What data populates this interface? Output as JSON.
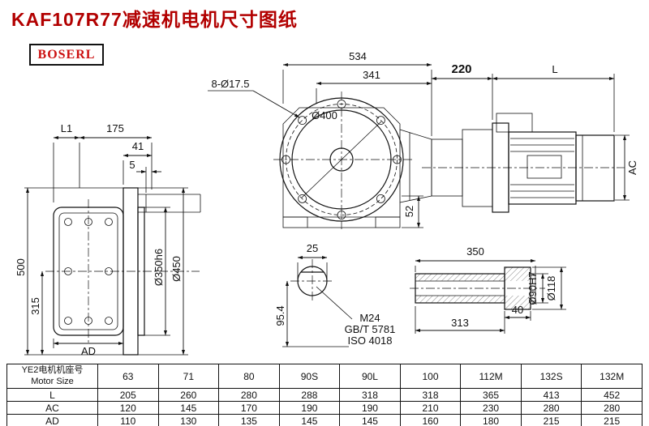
{
  "page": {
    "title": "KAF107R77减速机电机尺寸图纸",
    "logo": "BOSERL"
  },
  "colors": {
    "title_red": "#b20000",
    "logo_red": "#cc1111",
    "line": "#111111"
  },
  "dims": {
    "d534": "534",
    "d341": "341",
    "holes8": "8-Ø17.5",
    "d400": "Ø400",
    "d220": "220",
    "L": "L",
    "AC": "AC",
    "d52": "52",
    "L1": "L1",
    "d175": "175",
    "d41": "41",
    "d5": "5",
    "d500": "500",
    "d315": "315",
    "d350h6": "Ø350h6",
    "d450": "Ø450",
    "AD": "AD",
    "d25": "25",
    "d95_4": "95.4",
    "m24": "M24",
    "gbt": "GB/T 5781",
    "iso": "ISO 4018",
    "d350": "350",
    "d40": "40",
    "d313": "313",
    "d90h7": "Ø90H7",
    "d118": "Ø118"
  },
  "table": {
    "header_cn": "YE2电机机座号",
    "header_en": "Motor Size",
    "columns": [
      "63",
      "71",
      "80",
      "90S",
      "90L",
      "100",
      "112M",
      "132S",
      "132M"
    ],
    "rows": [
      {
        "label": "L",
        "values": [
          "205",
          "260",
          "280",
          "288",
          "318",
          "318",
          "365",
          "413",
          "452"
        ]
      },
      {
        "label": "AC",
        "values": [
          "120",
          "145",
          "170",
          "190",
          "190",
          "210",
          "230",
          "280",
          "280"
        ]
      },
      {
        "label": "AD",
        "values": [
          "110",
          "130",
          "135",
          "145",
          "145",
          "160",
          "180",
          "215",
          "215"
        ]
      }
    ]
  }
}
